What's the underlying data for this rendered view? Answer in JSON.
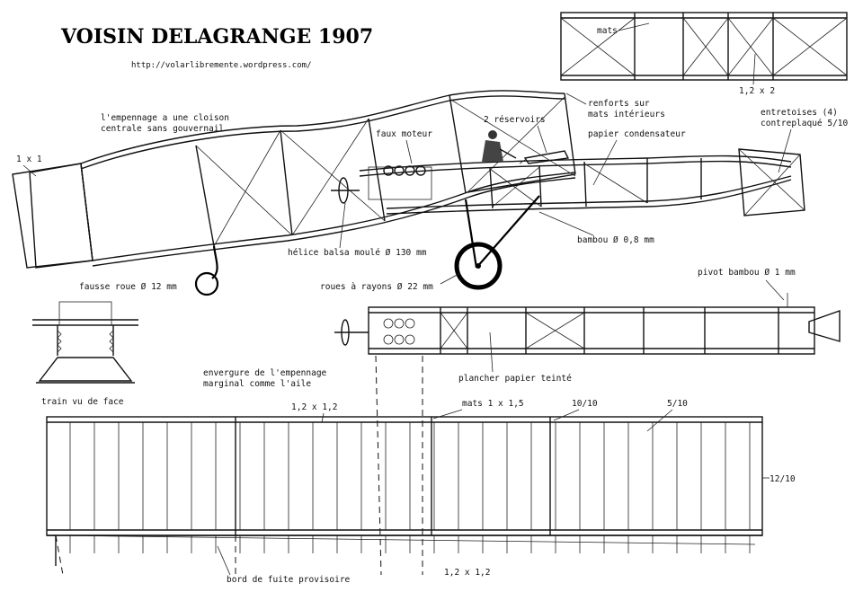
{
  "title": "VOISIN DELAGRANGE 1907",
  "url": "http://volarlibremente.wordpress.com/",
  "labels": {
    "mats_top": "mats",
    "dim_12x2": "1,2 x 2",
    "empennage_cloison_1": "l'empennage a une cloison",
    "empennage_cloison_2": "centrale sans gouvernail",
    "renforts_1": "renforts sur",
    "renforts_2": "mats intérieurs",
    "reservoirs": "2 réservoirs",
    "entretoises_1": "entretoises (4)",
    "entretoises_2": "contreplaqué 5/10",
    "faux_moteur": "faux moteur",
    "papier_condensateur": "papier condensateur",
    "dim_1x1": "1 x 1",
    "bambou_08": "bambou Ø 0,8 mm",
    "helice": "hélice balsa moulé Ø 130 mm",
    "roues": "roues à rayons Ø 22 mm",
    "fausse_roue": "fausse roue Ø 12 mm",
    "pivot": "pivot bambou Ø 1 mm",
    "train": "train vu de face",
    "plancher": "plancher papier teinté",
    "envergure_1": "envergure de l'empennage",
    "envergure_2": "marginal comme l'aile",
    "dim_12x12_top": "1,2 x 1,2",
    "mats_1x15": "mats 1 x 1,5",
    "dim_10_10": "10/10",
    "dim_5_10": "5/10",
    "dim_12_10": "12/10",
    "bord_fuite": "bord de fuite provisoire",
    "dim_12x12_bottom": "1,2 x 1,2"
  },
  "icons": {
    "pilot": "pilot-figure-icon",
    "propeller": "propeller-icon",
    "engine": "engine-cylinders-icon",
    "wheel": "wheel-icon"
  }
}
